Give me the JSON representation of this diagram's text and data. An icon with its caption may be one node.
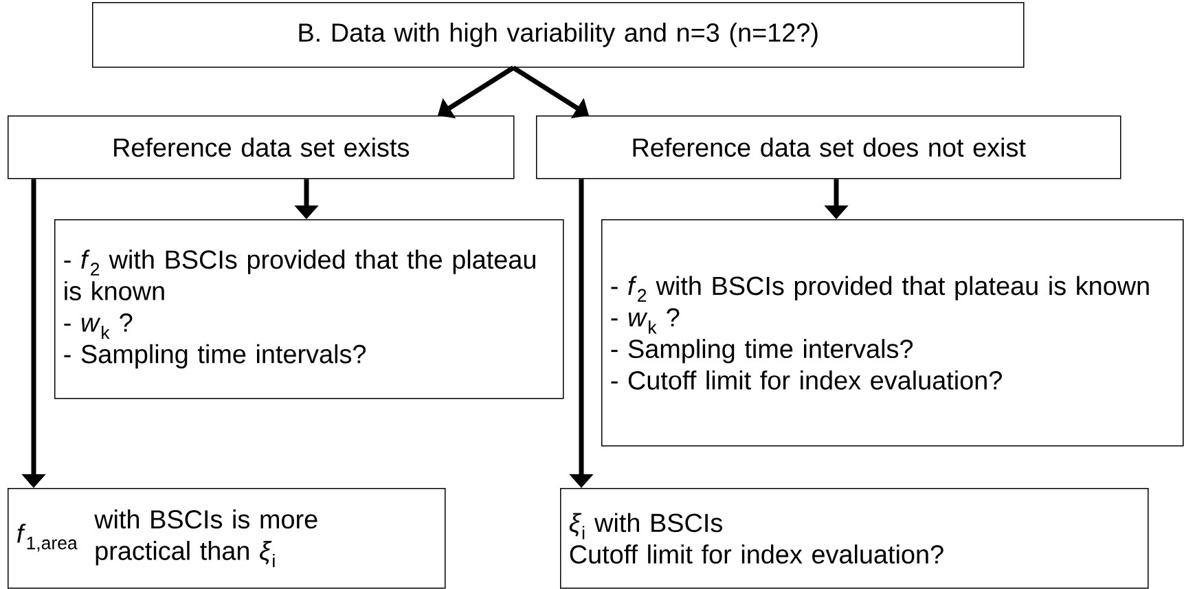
{
  "diagram": {
    "nodes": [
      {
        "text": [
          "B. Data with high variability and n=3 (n=12?)"
        ]
      },
      {
        "text": [
          "Reference data set exists"
        ]
      },
      {
        "text": [
          "Reference data set does not exist"
        ]
      },
      {
        "text": [
          "- *f*$_{2}$ with BSCIs provided that the plateau is known",
          "- *w*$_{k}$ ?",
          "- Sampling time intervals?"
        ]
      },
      {
        "text": [
          "- *f*$_{2}$ with BSCIs provided that plateau is known",
          "- *w*$_{k}$ ?",
          "- Sampling time intervals?",
          "- Cutoff limit for index evaluation?"
        ]
      },
      {
        "text": [
          "*f*$_{1,area}$",
          "with BSCIs is more practical than *ξ*$_{i}$"
        ]
      },
      {
        "text": [
          "*ξ*$_{i}$ with BSCIs",
          "Cutoff limit for index evaluation?"
        ]
      }
    ],
    "edges": [
      {
        "from": 0,
        "to": 1,
        "arrow": "to"
      },
      {
        "from": 0,
        "to": 2,
        "arrow": "to"
      },
      {
        "from": 1,
        "to": 3,
        "arrow": "to"
      },
      {
        "from": 1,
        "to": 5,
        "arrow": "to"
      },
      {
        "from": 2,
        "to": 4,
        "arrow": "to"
      },
      {
        "from": 2,
        "to": 6,
        "arrow": "to"
      }
    ]
  }
}
